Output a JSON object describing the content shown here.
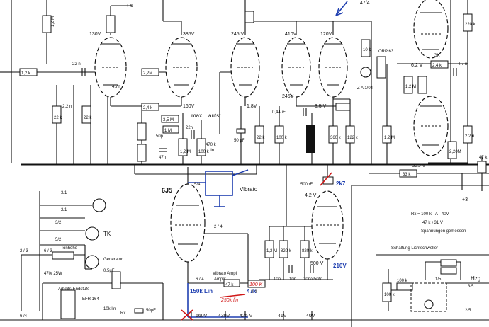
{
  "voltages": {
    "v5": "+ 5",
    "v130": "130V",
    "v385": "385V",
    "v245": "245 V",
    "v410": "410V",
    "v120": "120V",
    "v160": "160V",
    "v18": "1,8V",
    "v245b": "245V",
    "v35": "3,5 V",
    "v62": "6,2 V",
    "v225": "225 V",
    "v42": "4,2 V",
    "v500": "500 V",
    "v660": "660V",
    "v430": "430V",
    "v425": "425 V",
    "v41": "41V",
    "v40": "40V",
    "v474": "47/4",
    "v3": "+3"
  },
  "parts": {
    "r12k": "1,2 k",
    "c22n": "22 n",
    "r12a": "1,2 M",
    "r47n": "4,7n",
    "r22ka": "22 k",
    "c22b": "2,2 n",
    "r22kb": "22 k",
    "r22m": "2,2M",
    "r24k": "2,4 k",
    "r35m": "3,5 M",
    "r1m": "1 M",
    "c50p": "50p",
    "c22n2": "22n",
    "max_lautst": "max. Lautst.",
    "pot470": "470 k",
    "lin": "lin",
    "c47n": "47n",
    "r12m": "1,2 M",
    "r100k": "100 k",
    "c50uf": "50 µF",
    "r22k2": "22 k",
    "c044": "0,44µF",
    "r100b": "100 k",
    "r360k": "360 k",
    "r122k": "122 k",
    "r10k": "10 k",
    "zd": "Z A 1/04",
    "orp": "ORP 63",
    "gk": "GK",
    "c47n2": "4,7 n",
    "r12m2": "1,2 M",
    "r12m3": "1,2 M",
    "r24k2": "2,4 k",
    "r220k": "220 k",
    "r22n": "2,2 n",
    "r33k": "33 k",
    "r47ka": "47 k",
    "c500": "500pF",
    "r12mb": "1,2 M",
    "r820a": "820 k",
    "r820b": "820 k",
    "c10na": "10n",
    "c10nb": "10n",
    "c10nc": "10n/450V",
    "r47kb": "47 k",
    "r100red": "100 K",
    "r220m": "2,20M"
  },
  "labels": {
    "tube_6j5": "6J5",
    "vibrato_amp": "Vibrato",
    "vibrato_ampl": "Vibrato\nAmpl.",
    "amp2": "Amplit.",
    "pin54": "5/4",
    "pin24": "2 / 4",
    "pin674": "6 / 4",
    "pin34": "3/4",
    "pin31": "3/1",
    "pin21": "2/1",
    "pin32": "3/2",
    "pin52": "5/2",
    "pin23": "2 / 3",
    "pin63": "6 / 3",
    "pin64": "6 /4",
    "tk": "TK",
    "tonhoehe": "Tonhöhe",
    "generator": "Generator",
    "r470": "470/ 25W",
    "c05": "0,5µF",
    "endstufe": "Arbeits-Endstufe",
    "efr": "EFR\n164",
    "pot10k": "10k lin",
    "rx": "Rx",
    "c50uf2": "50µF",
    "rx_eq": "Rx = 100 k  - A - 40V",
    "k47": "47 k    +31 V",
    "spannungen": "Spannungen gemessen",
    "schaltung": "Schaltung  Lichtschweller",
    "hzg": "Hzg",
    "p35": "3/5",
    "p25": "2/5",
    "p15": "1/5",
    "r100sm": "100 k",
    "r100sm2": "100 k"
  },
  "annotations": {
    "blue_150k": "150k Lin",
    "blue_47k": "47k",
    "blue_210v": "210V",
    "blue_2k7": "2k7",
    "red_cross": "250k lin"
  }
}
